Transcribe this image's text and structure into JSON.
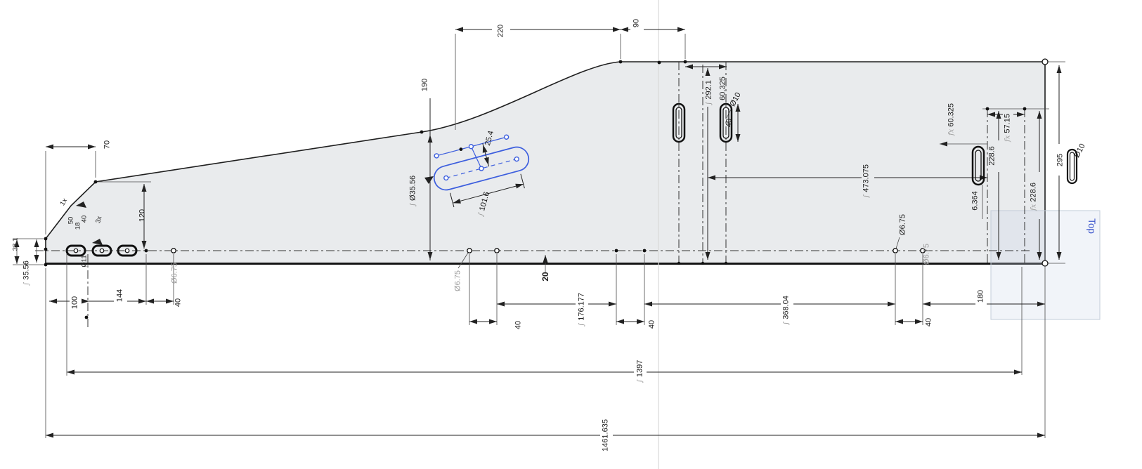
{
  "canvas": {
    "view_plane_label": "Top",
    "accent_blue": "#3c5ede",
    "part_fill": "#e9ebed",
    "dim_gray": "#9b9b9b"
  },
  "prefixes": {
    "integral": "∫",
    "fx": "fx"
  },
  "dims": {
    "top_220": "220",
    "top_90": "90",
    "height_190": "190",
    "tip_70": "70",
    "tip_120": "120",
    "count_1x": "1x",
    "count_3x": "3x",
    "tip_50": "50",
    "tip_18": "18",
    "tip_40": "40",
    "tip_dia11": "Ø11",
    "edge_38_1": "38.1",
    "edge_35_56": "35.56",
    "left_100": "100",
    "left_144": "144",
    "left_40": "40",
    "left_dia675": "Ø6.75",
    "slot_dia35_56": "Ø35.56",
    "slot_101_6": "101.6",
    "slot_25_4": "25.4",
    "edge_20": "20",
    "mid_dia675": "Ø6.75",
    "mid_40": "40",
    "mid_176_177": "176.177",
    "mid2_40": "40",
    "mid_368_04": "368.04",
    "vert_292_1": "292.1",
    "top_60_325": "60.325",
    "top_dia10": "Ø10",
    "topslot_40": "40",
    "long_473_075": "473.075",
    "right_dia675_black": "Ø6.75",
    "right_dia675_gray": "Ø6.75",
    "right_40": "40",
    "right_180": "180",
    "r_60_325": "60.325",
    "r_57_15": "57.15",
    "r_228_6_a": "228.6",
    "r_228_6_b": "228.6",
    "r_6_364": "6.364",
    "r_295": "295",
    "r_dia10": "Ø10",
    "total_1397": "1397",
    "total_1461_635": "1461.635"
  }
}
